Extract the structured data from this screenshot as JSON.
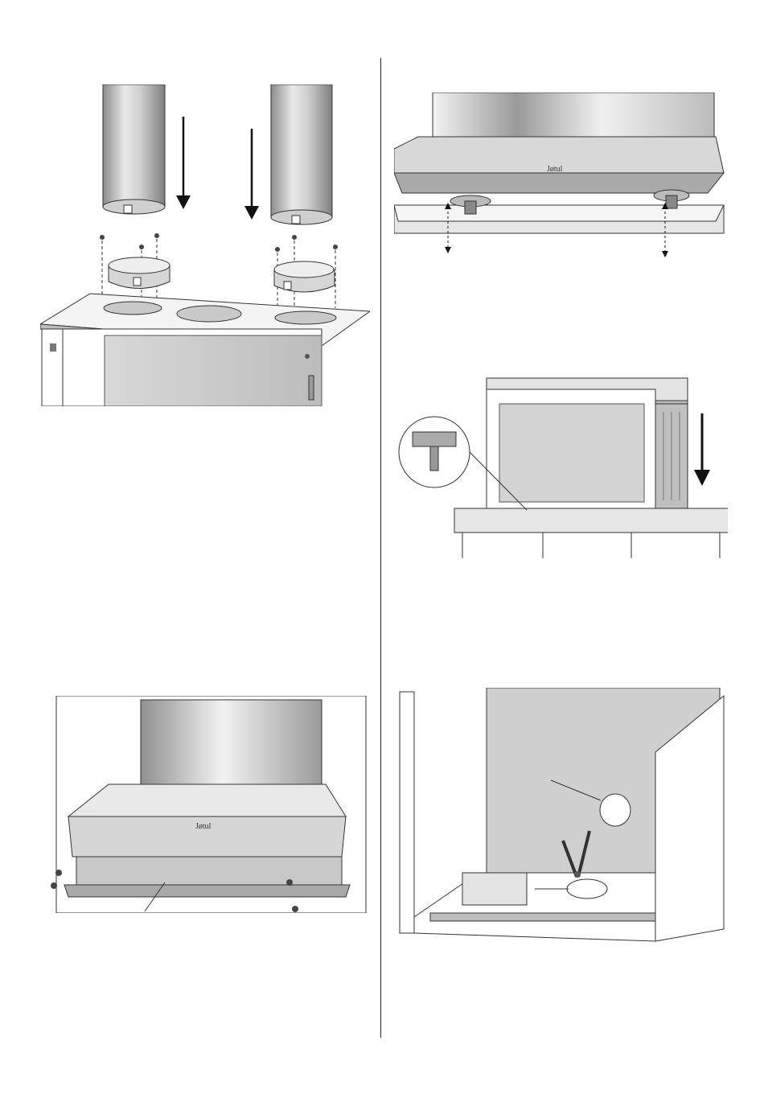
{
  "page": {
    "figures": [
      {
        "id": "flue-collars",
        "icon": "flue-collar-installation-illustration"
      },
      {
        "id": "leveling-feet",
        "icon": "leveling-feet-illustration"
      },
      {
        "id": "lowering-insert",
        "icon": "insert-lowering-illustration"
      },
      {
        "id": "front-grille",
        "icon": "front-grille-screws-illustration"
      },
      {
        "id": "cabinet-knockouts",
        "icon": "cabinet-knockout-cutting-illustration"
      }
    ],
    "colors": {
      "line": "#222222",
      "metal_light": "#e4e4e4",
      "metal_mid": "#bdbdbd",
      "metal_dark": "#8a8a8a",
      "panel": "#cfcfcf"
    },
    "brand_mark": "Jøtul"
  }
}
